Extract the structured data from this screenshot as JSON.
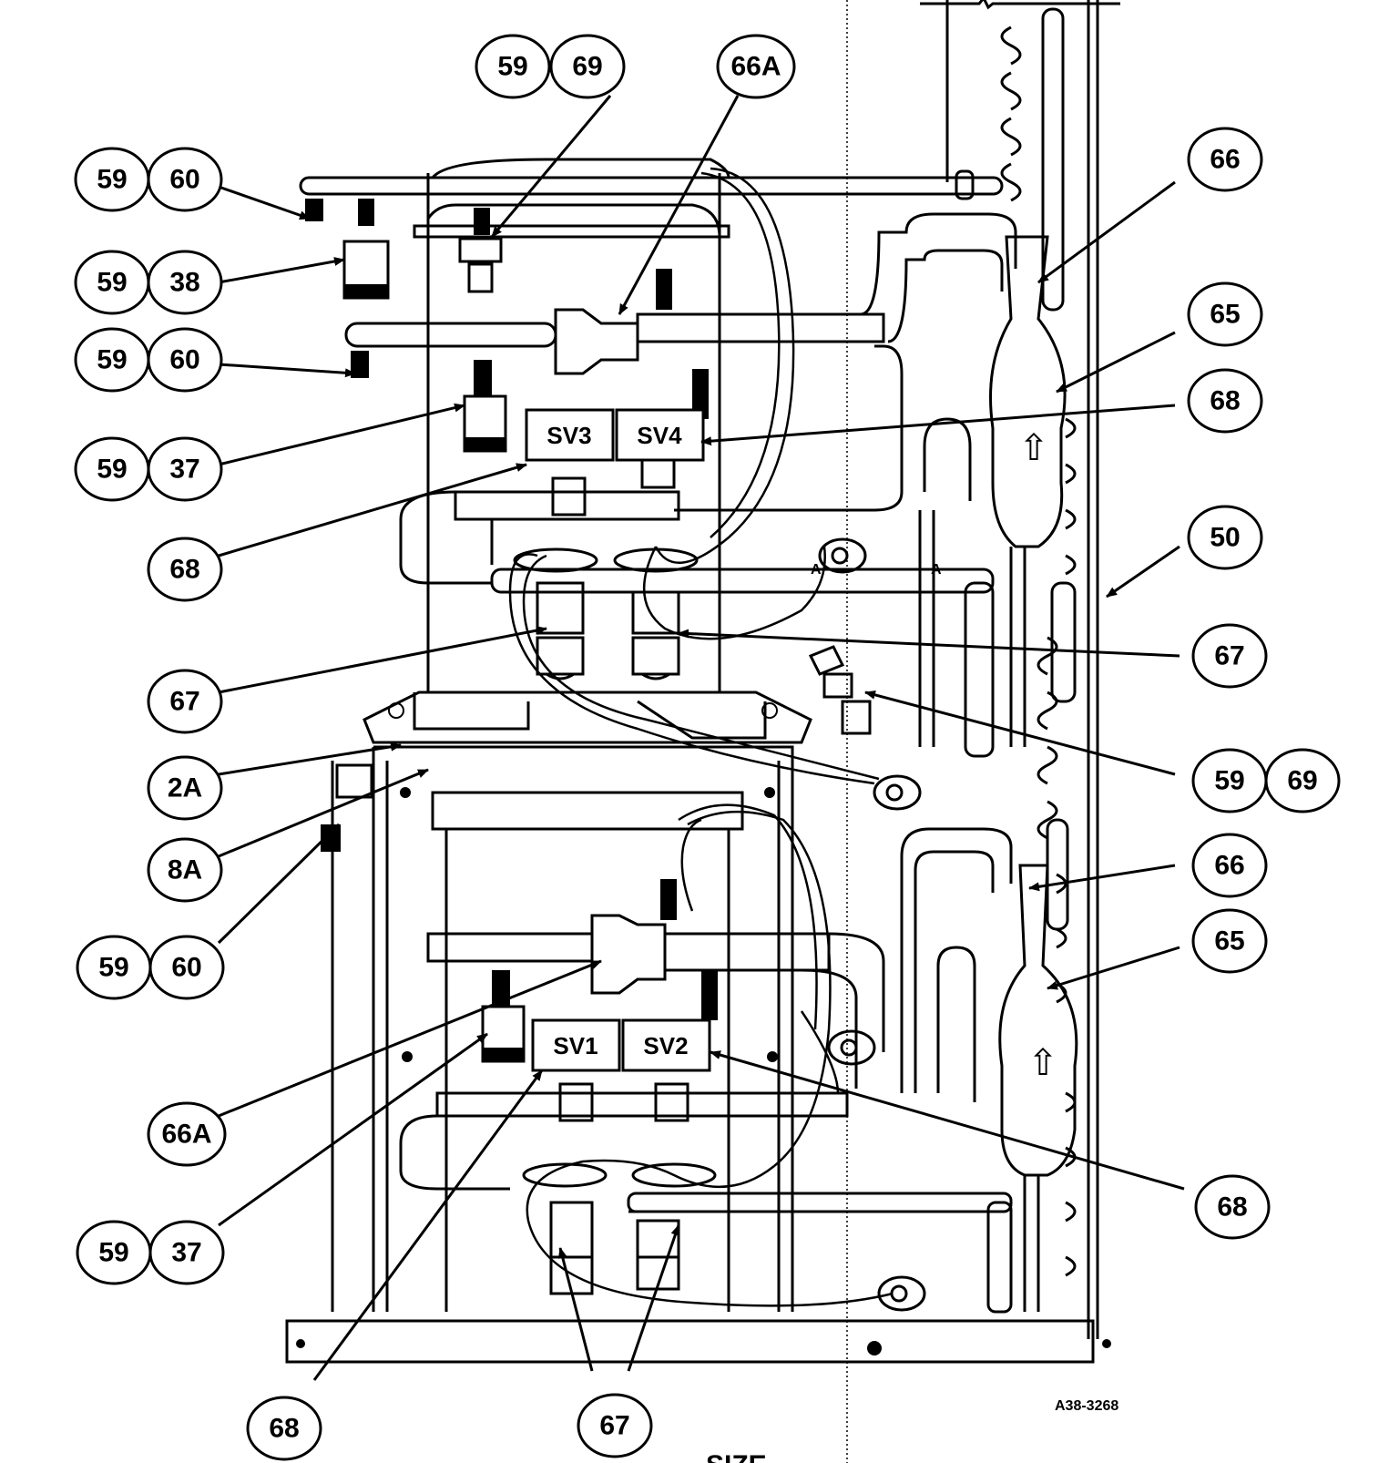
{
  "drawing_number": "A38-3268",
  "caption_partial": "SIZE",
  "valves": [
    "SV3",
    "SV4",
    "SV1",
    "SV2"
  ],
  "callouts": {
    "c01": [
      "59",
      "69"
    ],
    "c02": [
      "66A"
    ],
    "c03": [
      "59",
      "60"
    ],
    "c04": [
      "59",
      "38"
    ],
    "c05": [
      "59",
      "60"
    ],
    "c06": [
      "59",
      "37"
    ],
    "c07": [
      "68"
    ],
    "c08": [
      "67"
    ],
    "c09": [
      "2A"
    ],
    "c10": [
      "8A"
    ],
    "c11": [
      "59",
      "60"
    ],
    "c12": [
      "66A"
    ],
    "c13": [
      "59",
      "37"
    ],
    "c14": [
      "68"
    ],
    "c15": [
      "67"
    ],
    "c16": [
      "66"
    ],
    "c17": [
      "65"
    ],
    "c18": [
      "68"
    ],
    "c19": [
      "50"
    ],
    "c20": [
      "67"
    ],
    "c21": [
      "59",
      "69"
    ],
    "c22": [
      "66"
    ],
    "c23": [
      "65"
    ],
    "c24": [
      "68"
    ]
  },
  "section_marks": [
    "A",
    "A"
  ],
  "flow_arrows": [
    "⇧",
    "⇧"
  ]
}
